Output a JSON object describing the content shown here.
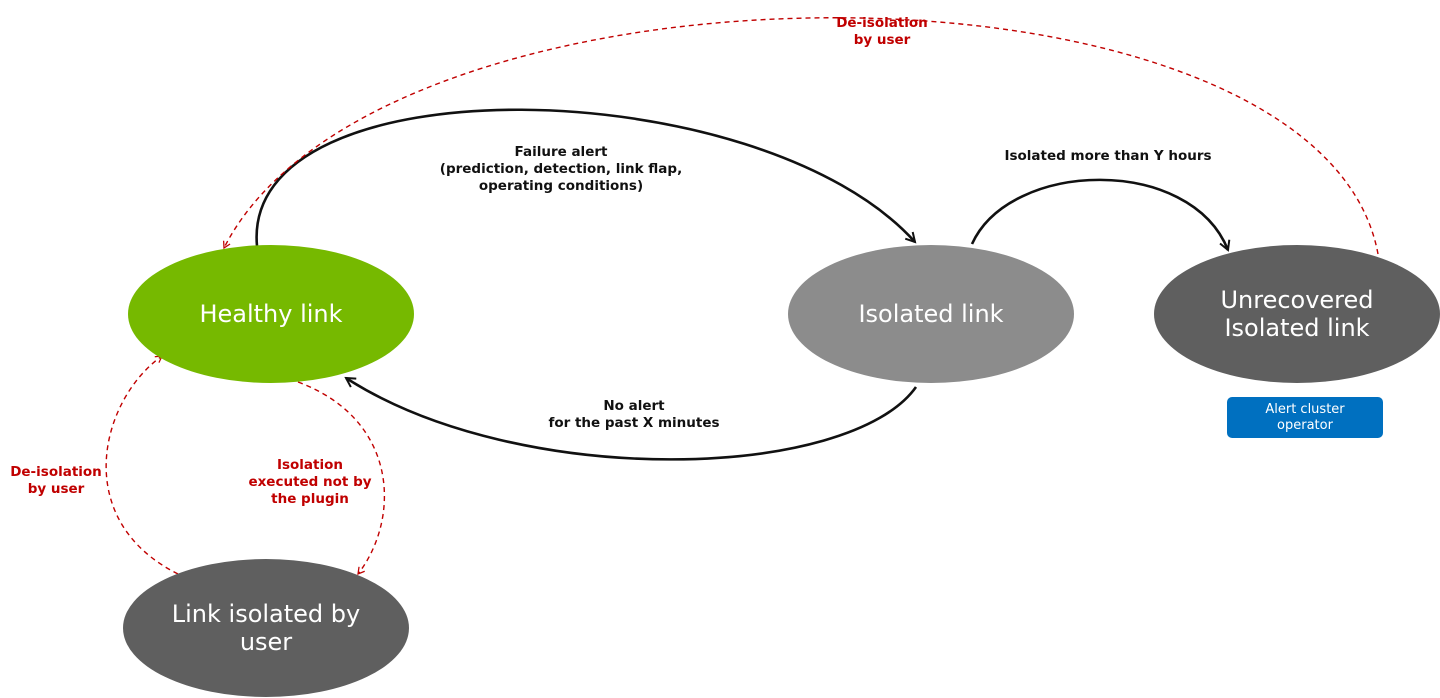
{
  "nodes": {
    "healthy": {
      "lines": [
        "Healthy link"
      ],
      "color": "#76b900"
    },
    "isolated": {
      "lines": [
        "Isolated link"
      ],
      "color": "#8c8c8c"
    },
    "unrecovered": {
      "lines": [
        "Unrecovered",
        "Isolated link"
      ],
      "color": "#5f5f5f"
    },
    "user_isolated": {
      "lines": [
        "Link isolated by",
        "user"
      ],
      "color": "#5f5f5f"
    }
  },
  "edges": {
    "failure_alert": [
      "Failure alert",
      "(prediction, detection, link flap,",
      "operating conditions)"
    ],
    "isolated_more": [
      "Isolated more than Y hours"
    ],
    "no_alert": [
      "No alert",
      "for the past X minutes"
    ],
    "deisolation_top": [
      "De-isolation",
      "by user"
    ],
    "deisolation_left": [
      "De-isolation",
      "by user"
    ],
    "isolation_not_plugin": [
      "Isolation",
      "executed not by",
      "the plugin"
    ]
  },
  "badge": {
    "lines": [
      "Alert cluster",
      "operator"
    ],
    "color": "#0070c0"
  },
  "colors": {
    "black_arrow": "#111111",
    "red_arrow": "#c00000"
  }
}
